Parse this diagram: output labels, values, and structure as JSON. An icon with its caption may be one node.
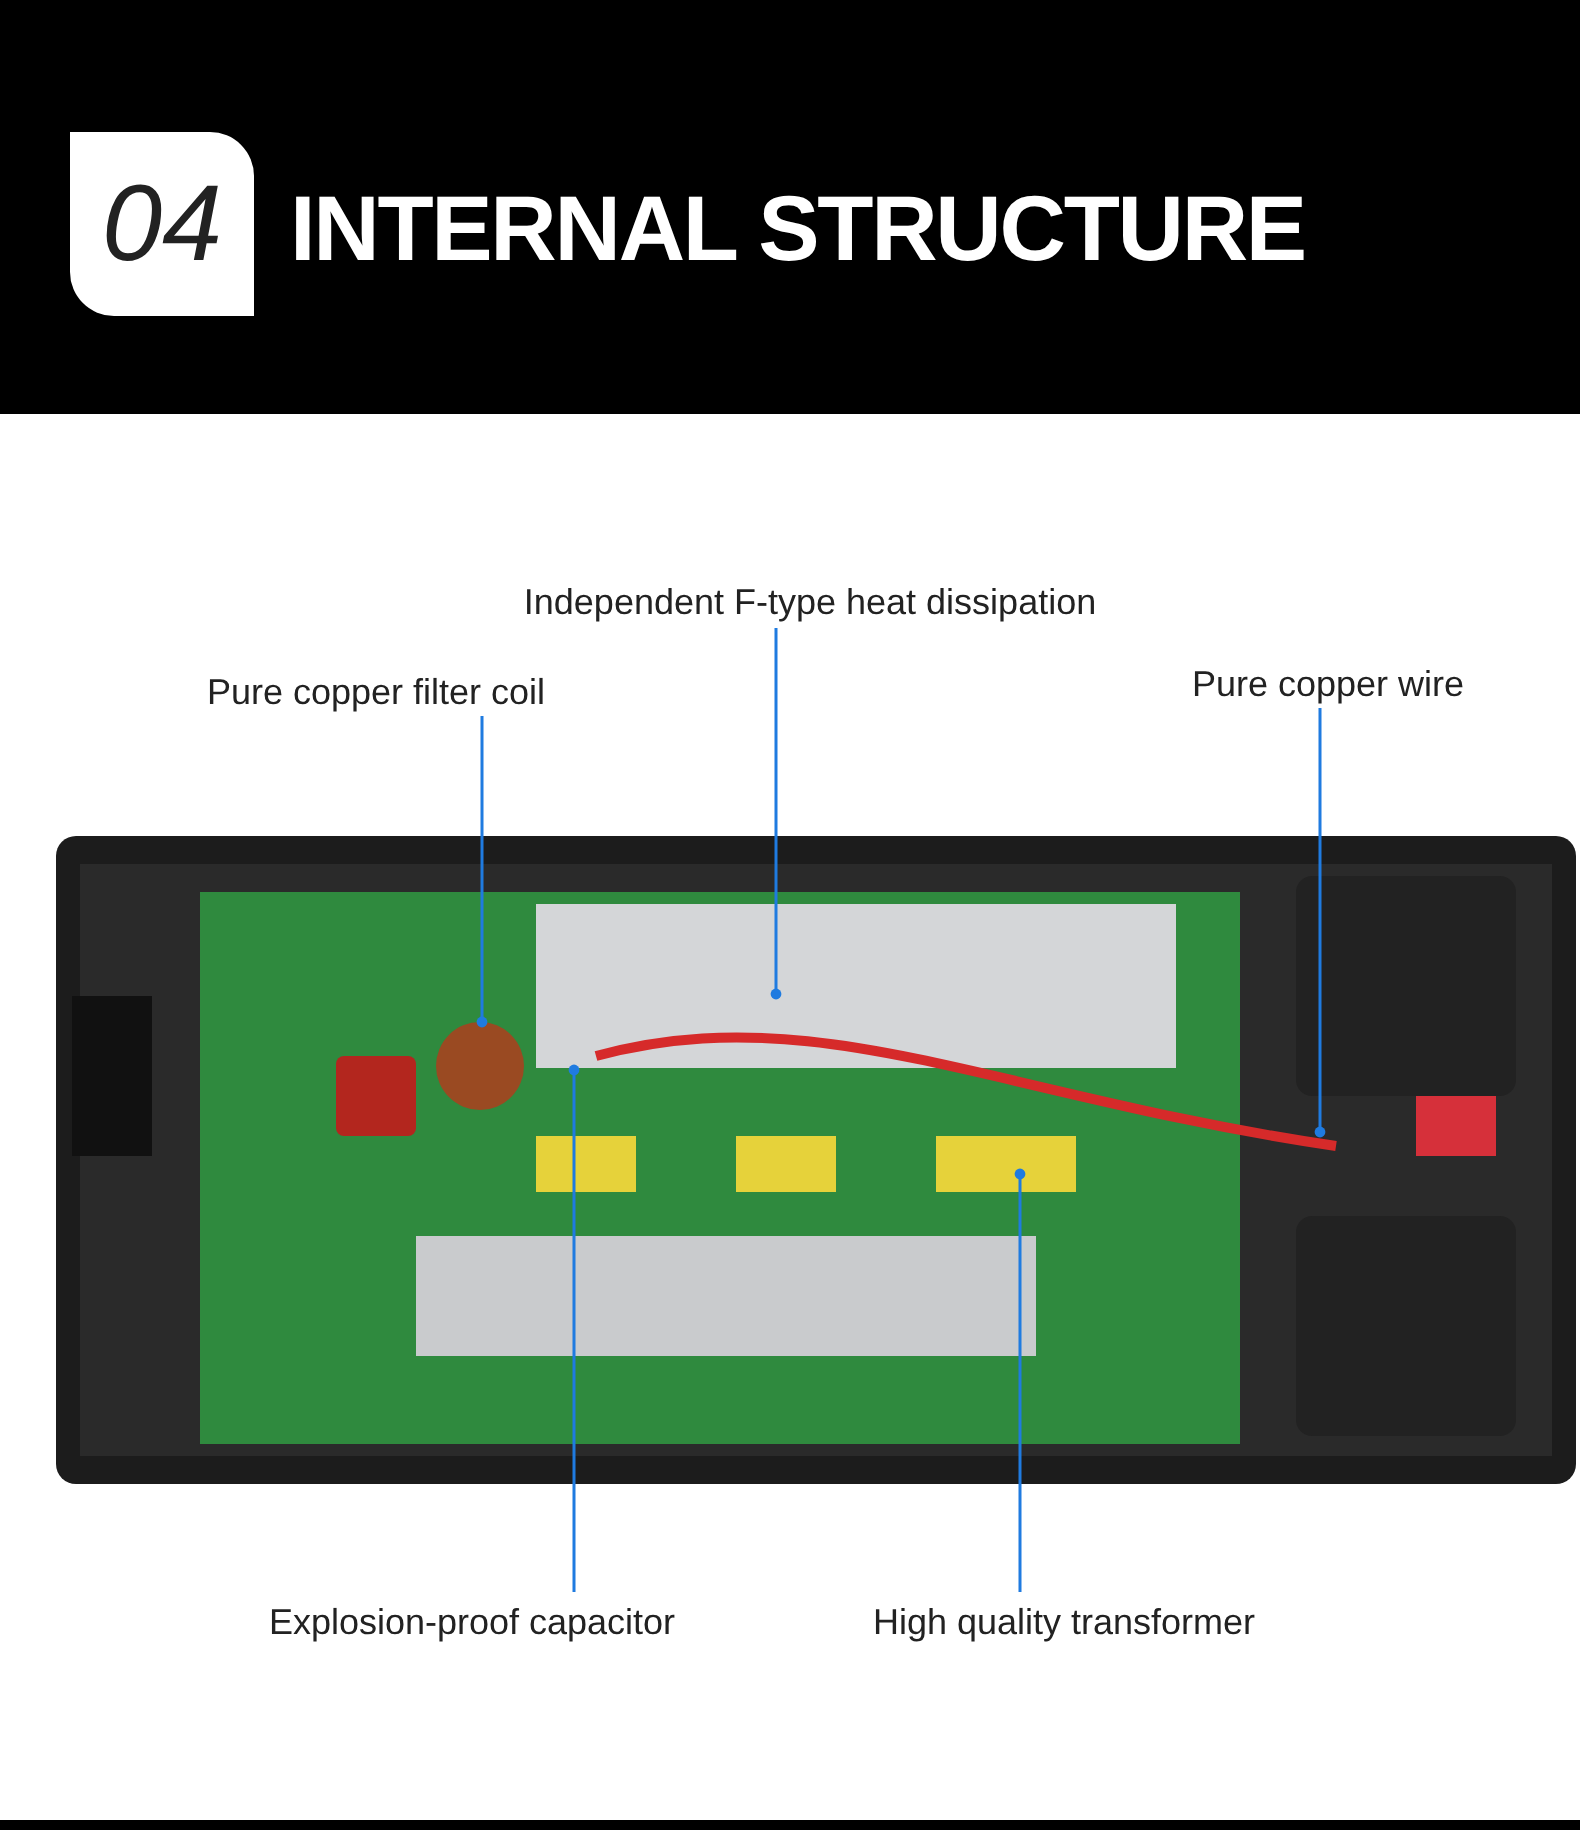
{
  "diagram": {
    "title": "INTERNAL STRUCTURE",
    "nodes": [
      {
        "text": [
          "Independent F-type heat dissipation"
        ]
      },
      {
        "text": [
          "Pure copper filter coil"
        ]
      },
      {
        "text": [
          "Pure copper wire"
        ]
      },
      {
        "text": [
          "Explosion-proof capacitor"
        ]
      },
      {
        "text": [
          "High quality transformer"
        ]
      }
    ],
    "edges": [
      {
        "from": 0,
        "to": null,
        "arrow": "other"
      },
      {
        "from": 1,
        "to": null,
        "arrow": "other"
      },
      {
        "from": 2,
        "to": null,
        "arrow": "other"
      },
      {
        "from": 3,
        "to": null,
        "arrow": "other"
      },
      {
        "from": 4,
        "to": null,
        "arrow": "other"
      }
    ],
    "labels": [
      "04"
    ]
  }
}
